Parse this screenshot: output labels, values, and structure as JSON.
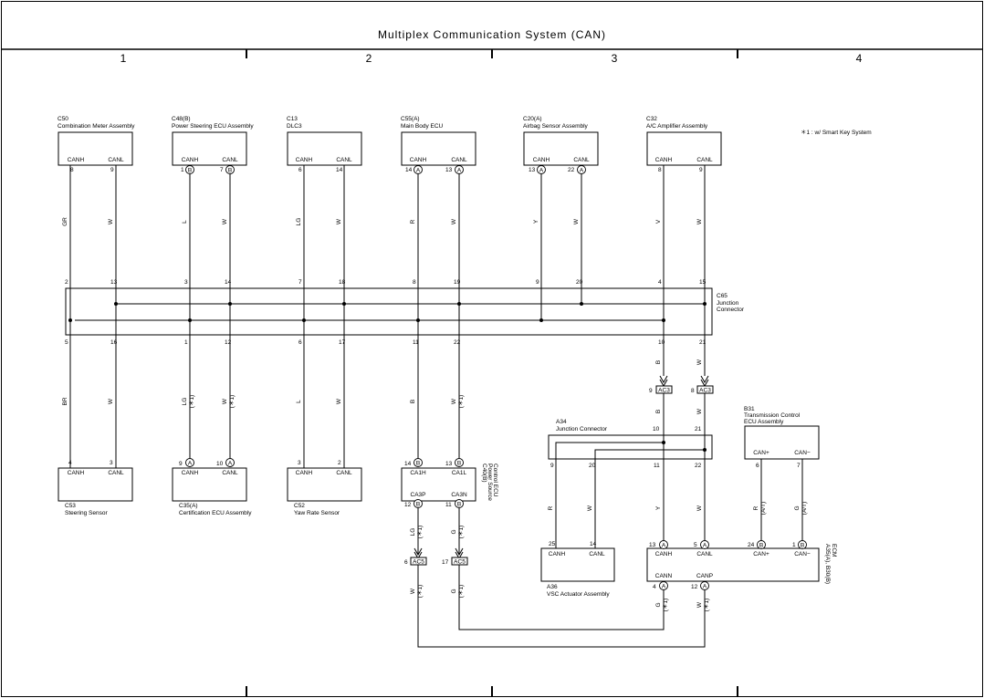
{
  "title": "Multiplex Communication System (CAN)",
  "zones": [
    "1",
    "2",
    "3",
    "4"
  ],
  "legend": "＊1 : w/ Smart Key System",
  "components": {
    "c50": {
      "code": "C50",
      "name": "Combination Meter Assembly",
      "pin_h": "CANH",
      "pin_l": "CANL",
      "num_h": "8",
      "num_l": "9"
    },
    "c48": {
      "code": "C48(B)",
      "name": "Power Steering ECU Assembly",
      "pin_h": "CANH",
      "pin_l": "CANL",
      "num_h": "1",
      "num_l": "7",
      "conn": "B"
    },
    "c13": {
      "code": "C13",
      "name": "DLC3",
      "pin_h": "CANH",
      "pin_l": "CANL",
      "num_h": "6",
      "num_l": "14"
    },
    "c55": {
      "code": "C55(A)",
      "name": "Main Body ECU",
      "pin_h": "CANH",
      "pin_l": "CANL",
      "num_h": "14",
      "num_l": "13",
      "conn": "A"
    },
    "c20": {
      "code": "C20(A)",
      "name": "Airbag Sensor Assembly",
      "pin_h": "CANH",
      "pin_l": "CANL",
      "num_h": "13",
      "num_l": "22",
      "conn": "A"
    },
    "c32": {
      "code": "C32",
      "name": "A/C Amplifier Assembly",
      "pin_h": "CANH",
      "pin_l": "CANL",
      "num_h": "8",
      "num_l": "9"
    },
    "c65": {
      "code": "C65",
      "name1": "Junction",
      "name2": "Connector"
    },
    "c53": {
      "code": "C53",
      "name": "Steering Sensor",
      "pin_h": "CANH",
      "pin_l": "CANL",
      "num_h": "4",
      "num_l": "3"
    },
    "c35": {
      "code": "C35(A)",
      "name": "Certification ECU Assembly",
      "pin_h": "CANH",
      "pin_l": "CANL",
      "num_h": "9",
      "num_l": "10",
      "conn": "A"
    },
    "c52": {
      "code": "C52",
      "name": "Yaw Rate Sensor",
      "pin_h": "CANH",
      "pin_l": "CANL",
      "num_h": "3",
      "num_l": "2"
    },
    "c40": {
      "code": "C40(B)",
      "name1": "Power Source",
      "name2": "Control ECU",
      "p1": "CA1H",
      "p2": "CA1L",
      "p3": "CA3P",
      "p4": "CA3N",
      "n1": "14",
      "n2": "13",
      "n3": "12",
      "n4": "11",
      "conn": "B"
    },
    "a34": {
      "code": "A34",
      "name": "Junction Connector",
      "n_in1": "10",
      "n_in2": "21",
      "n_o1": "9",
      "n_o2": "20",
      "n_o3": "11",
      "n_o4": "22"
    },
    "b31": {
      "code": "B31",
      "name1": "Transmission Control",
      "name2": "ECU Assembly",
      "p1": "CAN+",
      "p2": "CAN−",
      "n1": "6",
      "n2": "7"
    },
    "a36": {
      "code": "A36",
      "name": "VSC Actuator Assembly",
      "pin_h": "CANH",
      "pin_l": "CANL",
      "num_h": "25",
      "num_l": "14"
    },
    "a35": {
      "code": "A35(A), B30(B)",
      "name": "ECM",
      "p1": "CANH",
      "p2": "CANL",
      "p3": "CAN+",
      "p4": "CAN−",
      "p5": "CANN",
      "p6": "CANP",
      "n1": "13",
      "n2": "5",
      "n3": "24",
      "n4": "1",
      "n5": "4",
      "n6": "12",
      "c1": "A",
      "c3": "B"
    }
  },
  "junction_pins": {
    "top": [
      "2",
      "13",
      "3",
      "14",
      "7",
      "18",
      "8",
      "19",
      "9",
      "20",
      "4",
      "15"
    ],
    "bottom": [
      "5",
      "16",
      "1",
      "12",
      "6",
      "17",
      "11",
      "22",
      "10",
      "21"
    ]
  },
  "connectors": {
    "ac3_left": {
      "label": "AC3",
      "pin": "9"
    },
    "ac3_right": {
      "label": "AC3",
      "pin": "8"
    },
    "ac5_left": {
      "label": "AC5",
      "pin": "6"
    },
    "ac5_right": {
      "label": "AC5",
      "pin": "17"
    }
  },
  "wire_colors": {
    "top": [
      "GR",
      "W",
      "L",
      "W",
      "LG",
      "W",
      "R",
      "W",
      "Y",
      "W",
      "V",
      "W"
    ],
    "bottom": [
      "BR",
      "W",
      "LG",
      "W",
      "L",
      "W",
      "B",
      "W",
      "B",
      "W"
    ],
    "mid": [
      "B",
      "W"
    ],
    "c40_down": [
      "LG",
      "G"
    ],
    "ac5_down": [
      "W",
      "G"
    ],
    "a34_down": [
      "R",
      "W",
      "Y",
      "W"
    ],
    "b31_down": [
      "R",
      "G"
    ],
    "ecm_down": [
      "G",
      "W"
    ]
  },
  "notes": {
    "star": "(＊1)",
    "at": "(A/T)"
  }
}
